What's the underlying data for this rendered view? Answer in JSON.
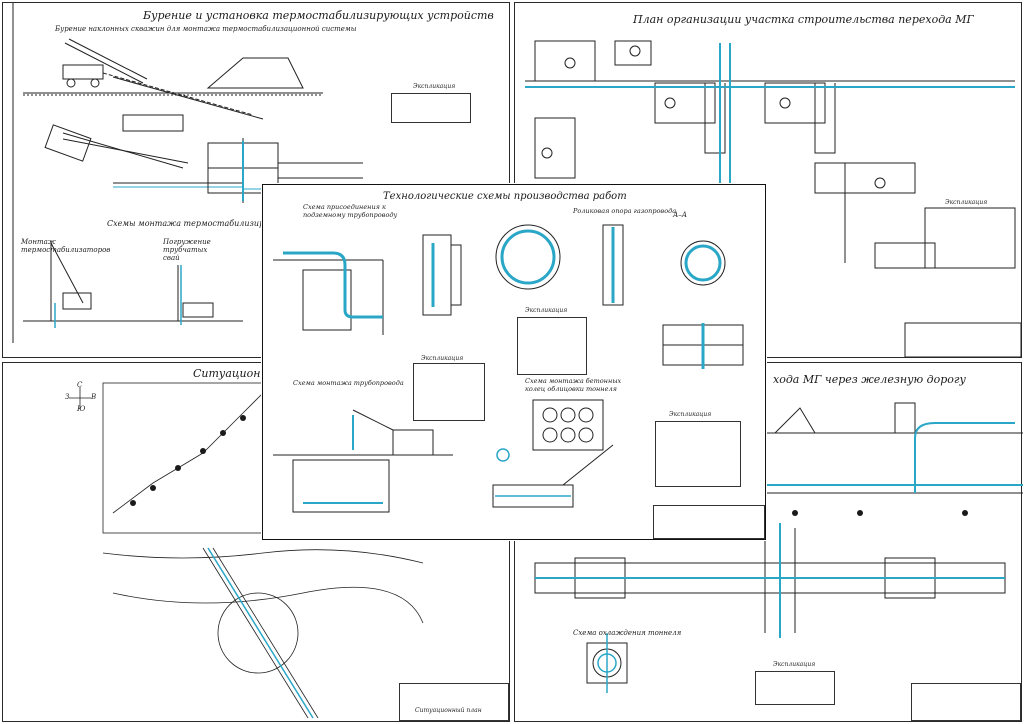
{
  "sheets": {
    "top_left": {
      "title": "Бурение и установка термостабилизирующих устройств",
      "subtitle": "Бурение наклонных скважин для монтажа термостабилизационной системы",
      "scheme_title": "Схемы монтажа термостабилизирующих устройств",
      "label_install": "Монтаж термостабилизаторов",
      "label_pile": "Погружение трубчатых свай",
      "legend_title": "Экспликация"
    },
    "top_right": {
      "title": "План организации участка строительства перехода МГ",
      "legend_title": "Экспликация"
    },
    "center": {
      "title": "Технологические схемы производства работ",
      "connect_title": "Схема присоединения к подземному трубопроводу",
      "roller_title": "Роликовая опора газопровода",
      "section_label": "А–А",
      "pipe_title": "Схема монтажа трубопровода",
      "rings_title": "Схема монтажа бетонных колец облицовки тоннеля",
      "legend_title": "Экспликация",
      "legend_title_2": "Экспликация",
      "legend_title_3": "Экспликация"
    },
    "bottom_left": {
      "title": "Ситуационный п",
      "compass": {
        "n": "С",
        "w": "З",
        "e": "В",
        "s": "Ю"
      },
      "stamp_name": "Ситуационный план"
    },
    "bottom_right": {
      "title": "хода МГ через железную дорогу",
      "cooling_title": "Схема охлаждения тоннеля",
      "legend_title": "Экспликация"
    }
  }
}
